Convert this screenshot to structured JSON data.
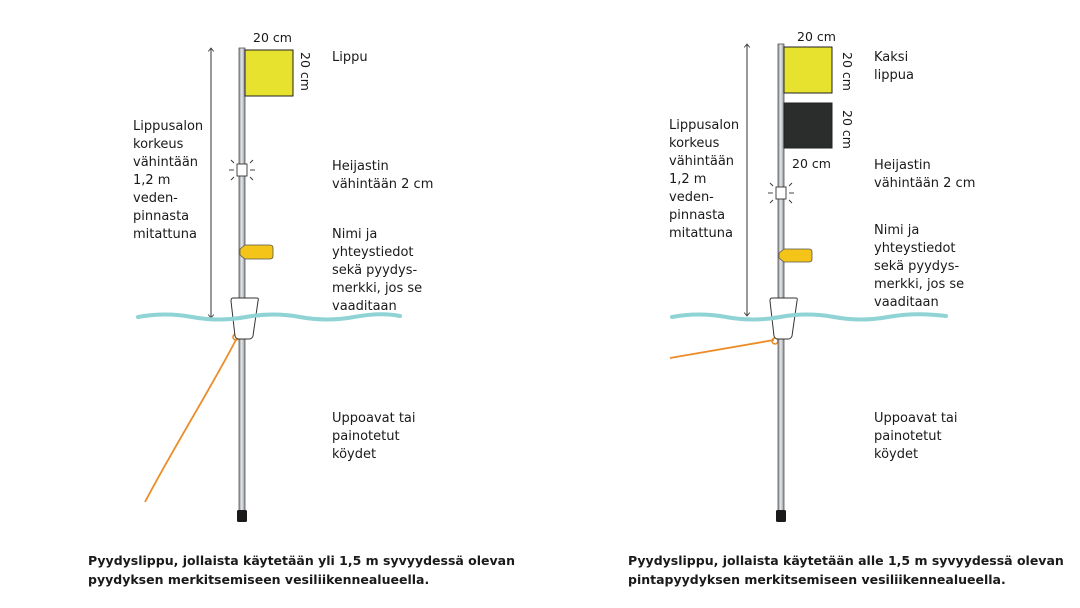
{
  "colors": {
    "yellow": "#e6e22e",
    "black_flag": "#2b2d2c",
    "water": "#8fd3d5",
    "rope": "#ec8c26",
    "pole_gray": "#b9bcbf",
    "tag": "#f4c518",
    "weight": "#1a1a1a"
  },
  "left": {
    "flag_width_label": "20 cm",
    "flag_height_label": "20 cm",
    "flag_label": "Lippu",
    "height_label": "Lippusalon\nkorkeus\nvähintään\n1,2 m\nveden-\npinnasta\nmitattuna",
    "reflector_label": "Heijastin\nvähintään 2 cm",
    "tag_label": "Nimi ja\nyhteystiedot\nsekä pyydys-\nmerkki, jos se\nvaaditaan",
    "rope_label": "Uppoavat tai\npainotetut\nköydet",
    "caption": "Pyydyslippu, jollaista käytetään yli 1,5 m syvyydessä olevan\npyydyksen merkitsemiseen vesiliikennealueella."
  },
  "right": {
    "flag_top_width_label": "20 cm",
    "flag_top_height_label": "20 cm",
    "flag_bottom_height_label": "20 cm",
    "flag_bottom_width_label": "20 cm",
    "flag_label": "Kaksi\nlippua",
    "height_label": "Lippusalon\nkorkeus\nvähintään\n1,2 m\nveden-\npinnasta\nmitattuna",
    "reflector_label": "Heijastin\nvähintään 2 cm",
    "tag_label": "Nimi ja\nyhteystiedot\nsekä pyydys-\nmerkki, jos se\nvaaditaan",
    "rope_label": "Uppoavat tai\npainotetut\nköydet",
    "caption": "Pyydyslippu, jollaista käytetään alle 1,5 m syvyydessä olevan\npintapyydyksen merkitsemiseen vesiliikennealueella."
  }
}
